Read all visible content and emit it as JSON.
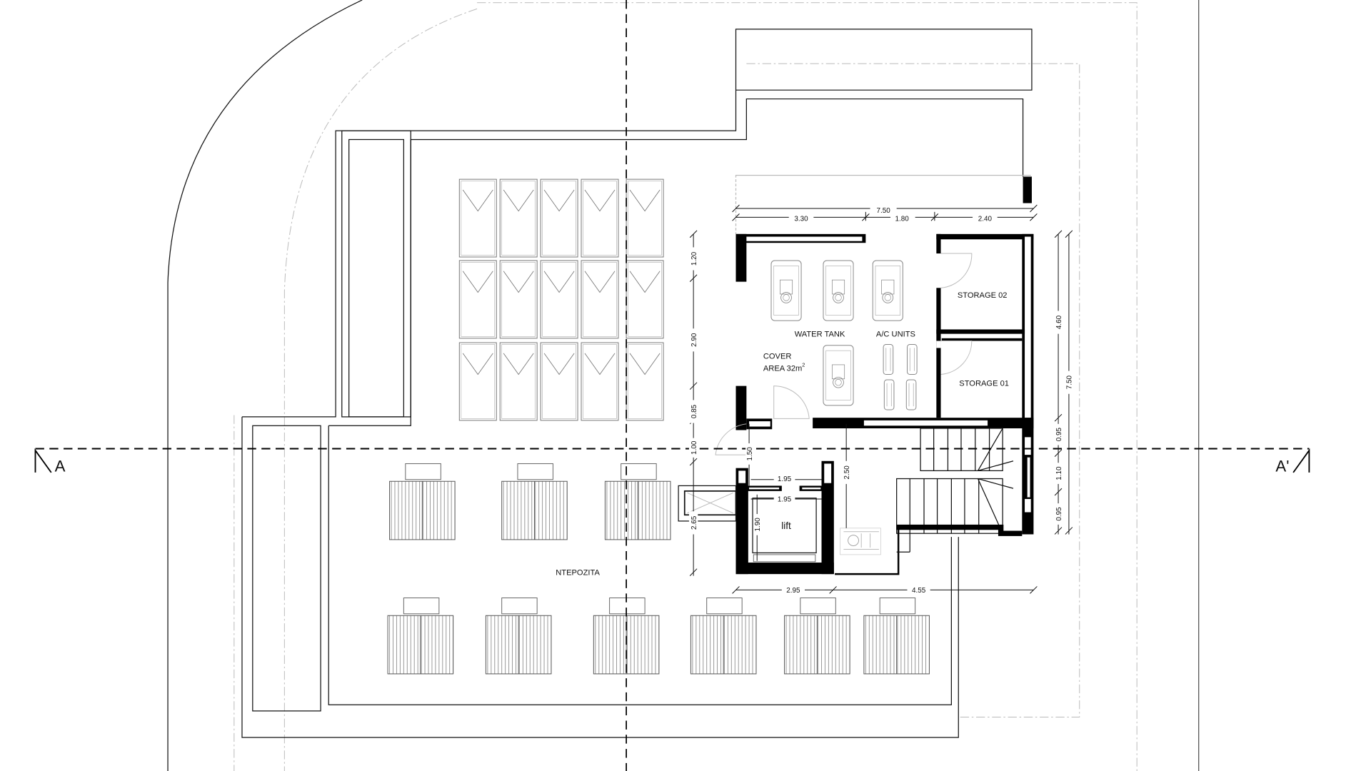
{
  "section": {
    "left": "A",
    "right": "A'"
  },
  "rooms": {
    "water_tank": "WATER TANK",
    "ac_units": "A/C UNITS",
    "cover_line1": "COVER",
    "cover_line2": "AREA 32m",
    "cover_sup": "2",
    "storage_02": "STORAGE 02",
    "storage_01": "STORAGE 01",
    "lift": "lift",
    "roof": "NTEPOZITA"
  },
  "dimensions": {
    "top_total": "7.50",
    "top_1": "3.30",
    "top_2": "1.80",
    "top_3": "2.40",
    "left_1": "1.20",
    "left_2": "2.90",
    "left_3": "0.85",
    "left_4": "1.00",
    "left_5": "2.65",
    "door_1": "1.50",
    "lift_w1": "1.95",
    "lift_w2": "1.95",
    "lift_d": "1.90",
    "hall": "2.50",
    "bottom_1": "2.95",
    "bottom_2": "4.55",
    "right_1": "4.60",
    "right_total": "7.50",
    "right_2": "0.95",
    "right_3": "1.10",
    "right_4": "0.95"
  }
}
